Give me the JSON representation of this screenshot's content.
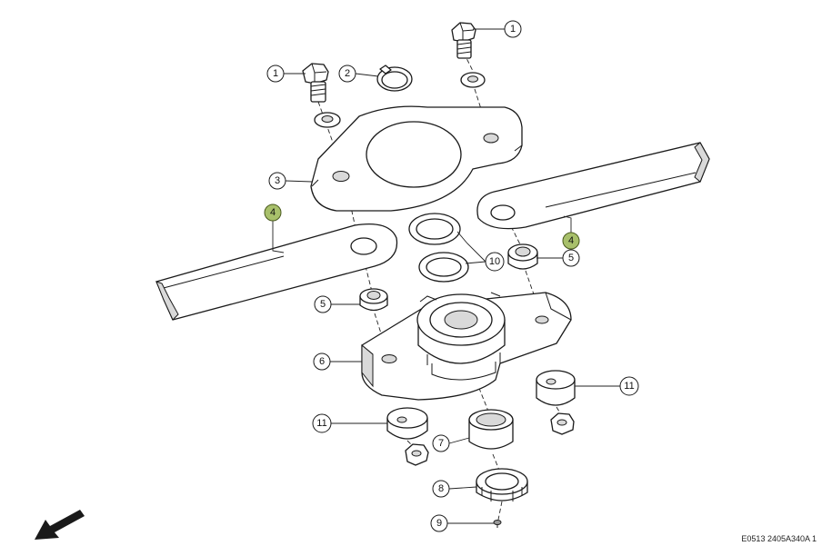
{
  "reference_code": "E0513 2405A340A 1",
  "colors": {
    "highlight": "#a8c06b",
    "ink": "#1a1a1a",
    "shade": "#d9d9d9"
  },
  "icons": {
    "direction": "direction-arrow-icon"
  },
  "callouts": [
    {
      "label": "1"
    },
    {
      "label": "1"
    },
    {
      "label": "2"
    },
    {
      "label": "3"
    },
    {
      "label": "4",
      "highlight": true
    },
    {
      "label": "4",
      "highlight": true
    },
    {
      "label": "10"
    },
    {
      "label": "5"
    },
    {
      "label": "5"
    },
    {
      "label": "6"
    },
    {
      "label": "11"
    },
    {
      "label": "11"
    },
    {
      "label": "7"
    },
    {
      "label": "8"
    },
    {
      "label": "9"
    }
  ]
}
